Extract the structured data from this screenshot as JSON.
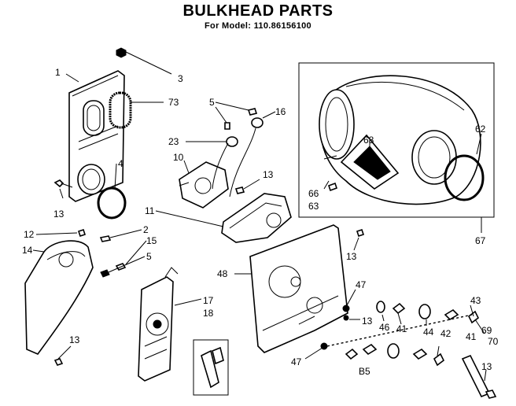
{
  "header": {
    "title": "BULKHEAD PARTS",
    "model_line": "For Model: 110.86156100"
  },
  "footer_code": "B5",
  "callouts": [
    {
      "id": "c1",
      "text": "1"
    },
    {
      "id": "c3",
      "text": "3"
    },
    {
      "id": "c73",
      "text": "73"
    },
    {
      "id": "c4",
      "text": "4"
    },
    {
      "id": "c13a",
      "text": "13"
    },
    {
      "id": "c5a",
      "text": "5"
    },
    {
      "id": "c16",
      "text": "16"
    },
    {
      "id": "c23",
      "text": "23"
    },
    {
      "id": "c10",
      "text": "10"
    },
    {
      "id": "c13b",
      "text": "13"
    },
    {
      "id": "c11",
      "text": "11"
    },
    {
      "id": "c12",
      "text": "12"
    },
    {
      "id": "c2",
      "text": "2"
    },
    {
      "id": "c15",
      "text": "15"
    },
    {
      "id": "c5b",
      "text": "5"
    },
    {
      "id": "c14",
      "text": "14"
    },
    {
      "id": "c13c",
      "text": "13"
    },
    {
      "id": "c17",
      "text": "17"
    },
    {
      "id": "c18",
      "text": "18"
    },
    {
      "id": "c48",
      "text": "48"
    },
    {
      "id": "c13d",
      "text": "13"
    },
    {
      "id": "c47a",
      "text": "47"
    },
    {
      "id": "c13e",
      "text": "13"
    },
    {
      "id": "c46",
      "text": "46"
    },
    {
      "id": "c41a",
      "text": "41"
    },
    {
      "id": "c44",
      "text": "44"
    },
    {
      "id": "c42",
      "text": "42"
    },
    {
      "id": "c43",
      "text": "43"
    },
    {
      "id": "c69",
      "text": "69"
    },
    {
      "id": "c70",
      "text": "70"
    },
    {
      "id": "c41b",
      "text": "41"
    },
    {
      "id": "c47b",
      "text": "47"
    },
    {
      "id": "c13f",
      "text": "13"
    },
    {
      "id": "c68",
      "text": "68"
    },
    {
      "id": "c62",
      "text": "62"
    },
    {
      "id": "c66",
      "text": "66"
    },
    {
      "id": "c63",
      "text": "63"
    },
    {
      "id": "c67",
      "text": "67"
    }
  ]
}
